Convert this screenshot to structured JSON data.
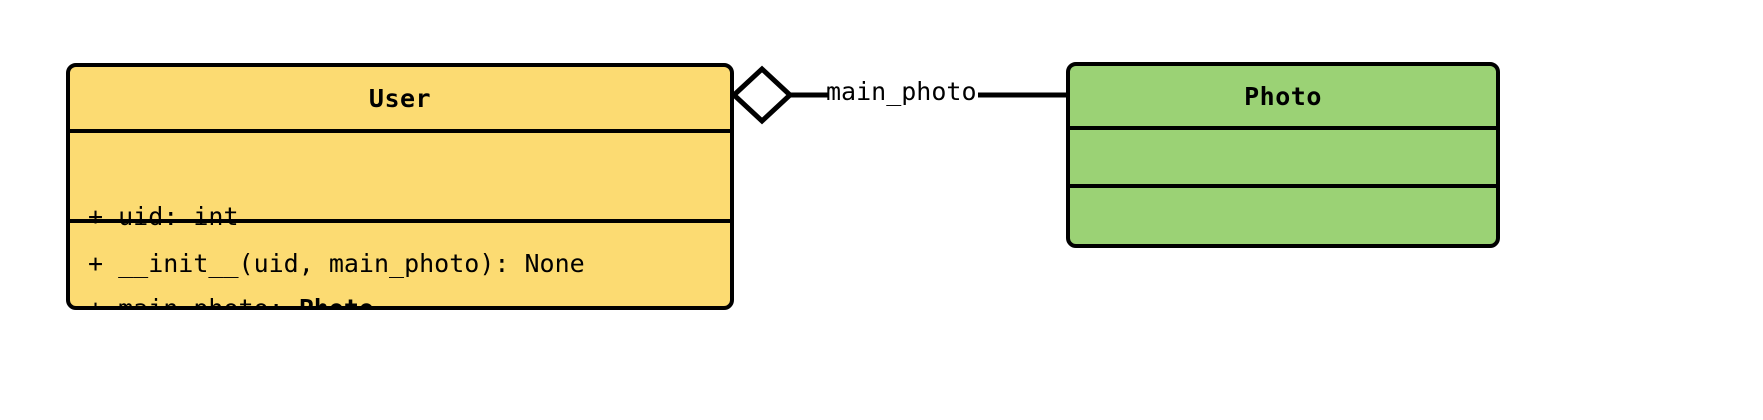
{
  "diagram": {
    "type": "uml-class-diagram",
    "background_color": "#ffffff",
    "stroke_color": "#000000"
  },
  "classes": [
    {
      "id": "user",
      "name": "User",
      "fill_color": "#FCDB72",
      "attributes": [
        {
          "visibility": "+",
          "name": "uid",
          "type": "int",
          "text": "+ uid: int",
          "type_is_bold": false
        },
        {
          "visibility": "+",
          "name": "main_photo",
          "type": "Photo",
          "text": "+ main_photo: ",
          "type_is_bold": true
        }
      ],
      "methods": [
        {
          "visibility": "+",
          "name": "__init__",
          "params": "uid, main_photo",
          "returns": "None",
          "text": "+ __init__(uid, main_photo): None"
        }
      ]
    },
    {
      "id": "photo",
      "name": "Photo",
      "fill_color": "#9BD275",
      "attributes": [],
      "methods": []
    }
  ],
  "relationships": [
    {
      "id": "user-main-photo",
      "kind": "aggregation",
      "source": "User",
      "target": "Photo",
      "label": "main_photo",
      "marker": "hollow-diamond",
      "marker_fill": "#ffffff"
    }
  ]
}
